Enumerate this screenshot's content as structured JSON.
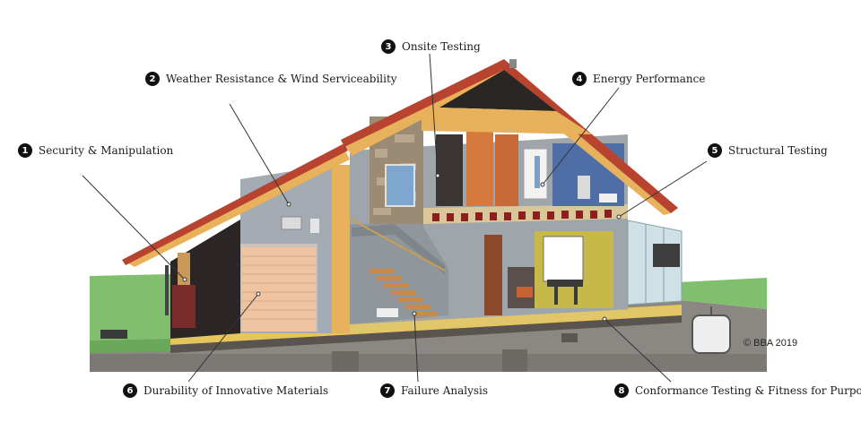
{
  "callouts": [
    {
      "number": "1",
      "label": "Security & Manipulation"
    },
    {
      "number": "2",
      "label": "Weather Resistance & Wind Serviceability"
    },
    {
      "number": "3",
      "label": "Onsite Testing"
    },
    {
      "number": "4",
      "label": "Energy Performance"
    },
    {
      "number": "5",
      "label": "Structural Testing"
    },
    {
      "number": "6",
      "label": "Durability of Innovative Materials"
    },
    {
      "number": "7",
      "label": "Failure Analysis"
    },
    {
      "number": "8",
      "label": "Conformance Testing & Fitness for Purpose"
    }
  ],
  "copyright": "© BBA 2019",
  "colors": {
    "roof": "#b8432e",
    "timber": "#e8b25c",
    "render": "#aeb4ba",
    "ground": "#8b8783",
    "grass": "#7fbf6e",
    "badge": "#111111"
  }
}
